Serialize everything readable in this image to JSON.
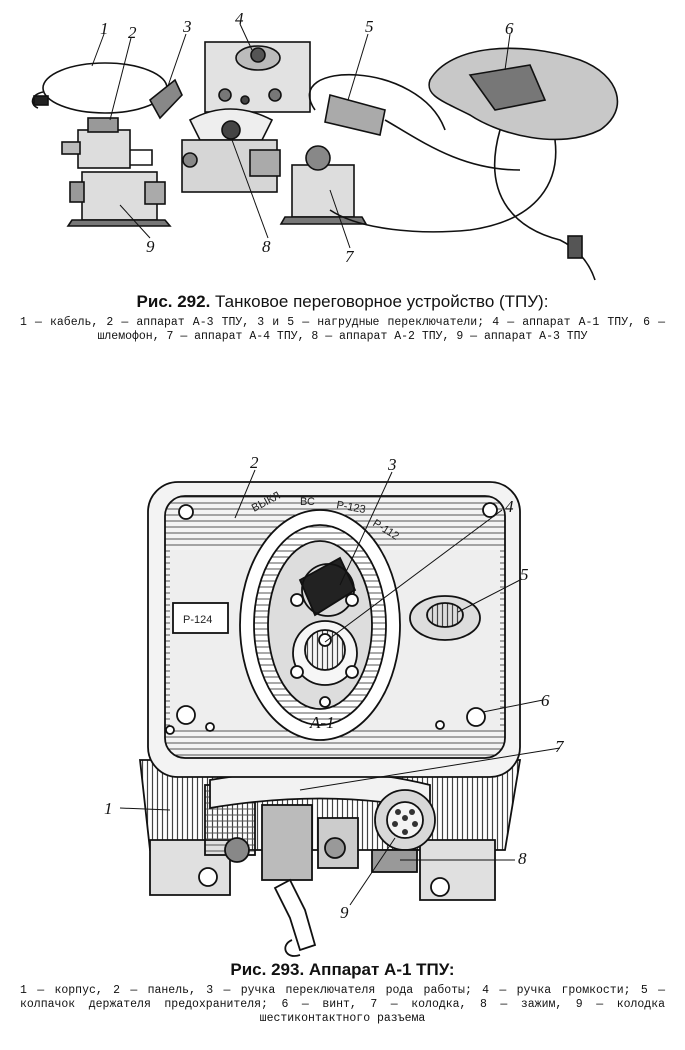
{
  "figure_292": {
    "caption_prefix": "Рис. 292.",
    "caption_title": "Танковое переговорное устройство (ТПУ):",
    "caption_body": "1 — кабель, 2 — аппарат А-3 ТПУ, 3 и 5 — нагрудные переключатели; 4 — аппарат А-1 ТПУ, 6 — шлемофон, 7 — аппарат А-4 ТПУ, 8 — аппарат А-2 ТПУ, 9 — аппарат А-3 ТПУ",
    "callouts": [
      "1",
      "2",
      "3",
      "4",
      "5",
      "6",
      "7",
      "8",
      "9"
    ]
  },
  "figure_293": {
    "caption_prefix": "Рис. 293.",
    "caption_title": "Аппарат А-1 ТПУ:",
    "caption_body": "1 — корпус, 2 — панель, 3 — ручка переключателя рода работы; 4 — ручка громкости; 5 — колпачок держателя предохранителя; 6 — винт, 7 — колодка, 8 — зажим, 9 — колодка шестиконтактного разъема",
    "callouts": [
      "1",
      "2",
      "3",
      "4",
      "5",
      "6",
      "7",
      "8",
      "9"
    ],
    "panel_labels": {
      "off": "ВЫКЛ",
      "vs": "ВС",
      "r123": "Р-123",
      "r112": "Р-112",
      "plate": "Р-124",
      "model": "А-1"
    }
  }
}
